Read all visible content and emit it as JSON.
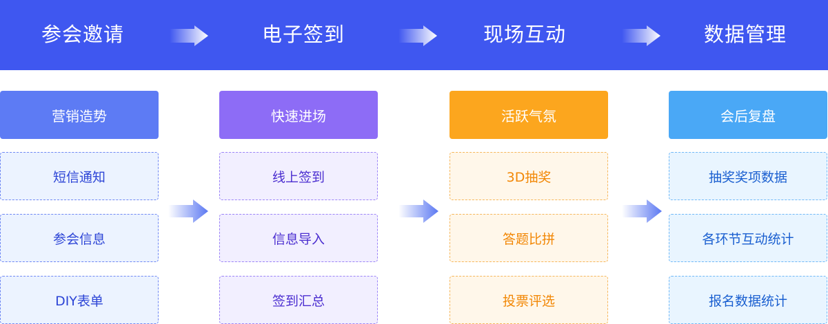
{
  "header": {
    "stages": [
      "参会邀请",
      "电子签到",
      "现场互动",
      "数据管理"
    ]
  },
  "columns": [
    {
      "head": "营销造势",
      "color": "#5d7bf4",
      "items": [
        "短信通知",
        "参会信息",
        "DIY表单"
      ]
    },
    {
      "head": "快速进场",
      "color": "#8d6cf6",
      "items": [
        "线上签到",
        "信息导入",
        "签到汇总"
      ]
    },
    {
      "head": "活跃气氛",
      "color": "#fca61e",
      "items": [
        "3D抽奖",
        "答题比拼",
        "投票评选"
      ]
    },
    {
      "head": "会后复盘",
      "color": "#4aa8f6",
      "items": [
        "抽奖奖项数据",
        "各环节互动统计",
        "报名数据统计"
      ]
    }
  ],
  "colors": {
    "header_bg": "#3f57f0",
    "arrow": "#ffffff",
    "mid_arrow": "#5b78f2"
  }
}
